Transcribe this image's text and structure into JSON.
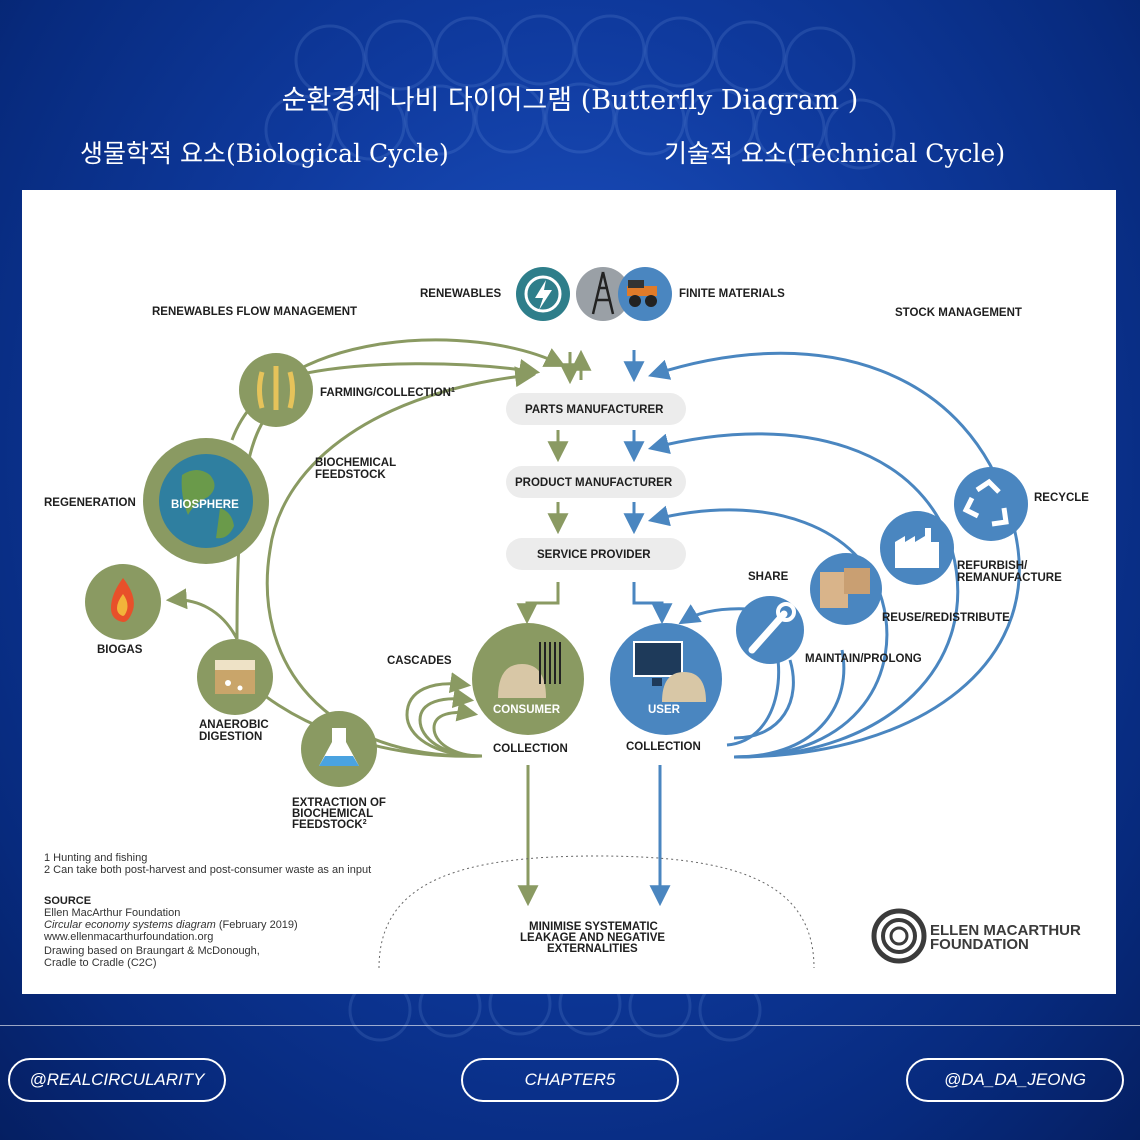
{
  "header": {
    "title": "순환경제 나비 다이어그램 (Butterfly Diagram )",
    "bio_cycle": "생물학적 요소(Biological Cycle)",
    "tech_cycle": "기술적 요소(Technical Cycle)"
  },
  "diagram": {
    "renewables": "RENEWABLES",
    "finite_materials": "FINITE MATERIALS",
    "renewables_flow": "RENEWABLES FLOW MANAGEMENT",
    "stock_management": "STOCK MANAGEMENT",
    "farming": "FARMING/COLLECTION",
    "farming_sup": "1",
    "parts_manufacturer": "PARTS MANUFACTURER",
    "product_manufacturer": "PRODUCT MANUFACTURER",
    "service_provider": "SERVICE PROVIDER",
    "biochemical_feedstock_1": "BIOCHEMICAL",
    "biochemical_feedstock_2": "FEEDSTOCK",
    "regeneration": "REGENERATION",
    "biosphere": "BIOSPHERE",
    "biogas": "BIOGAS",
    "anaerobic_1": "ANAEROBIC",
    "anaerobic_2": "DIGESTION",
    "extraction_1": "EXTRACTION OF",
    "extraction_2": "BIOCHEMICAL",
    "extraction_3": "FEEDSTOCK",
    "extraction_sup": "2",
    "cascades": "CASCADES",
    "consumer": "CONSUMER",
    "user": "USER",
    "collection_left": "COLLECTION",
    "collection_right": "COLLECTION",
    "share": "SHARE",
    "maintain": "MAINTAIN/PROLONG",
    "reuse": "REUSE/REDISTRIBUTE",
    "refurbish_1": "REFURBISH/",
    "refurbish_2": "REMANUFACTURE",
    "recycle": "RECYCLE",
    "leakage_1": "MINIMISE SYSTEMATIC",
    "leakage_2": "LEAKAGE AND NEGATIVE",
    "leakage_3": "EXTERNALITIES",
    "footnote_1": "1 Hunting and fishing",
    "footnote_2": "2 Can take both post-harvest and post-consumer waste as an input",
    "source_heading": "SOURCE",
    "source_1": "Ellen MacArthur Foundation",
    "source_2_italic": "Circular economy systems diagram",
    "source_2_rest": " (February 2019)",
    "source_3": "www.ellenmacarthurfoundation.org",
    "source_4": "Drawing based on Braungart & McDonough,",
    "source_5": "Cradle to Cradle (C2C)",
    "logo_1": "ELLEN MACARTHUR",
    "logo_2": "FOUNDATION"
  },
  "colors": {
    "bio_green": "#8a9a62",
    "tech_blue": "#4a86c0",
    "pill_grey": "#ececec"
  },
  "footer": {
    "left_handle": "@REALCIRCULARITY",
    "chapter": "CHAPTER5",
    "right_handle": "@DA_DA_JEONG"
  }
}
